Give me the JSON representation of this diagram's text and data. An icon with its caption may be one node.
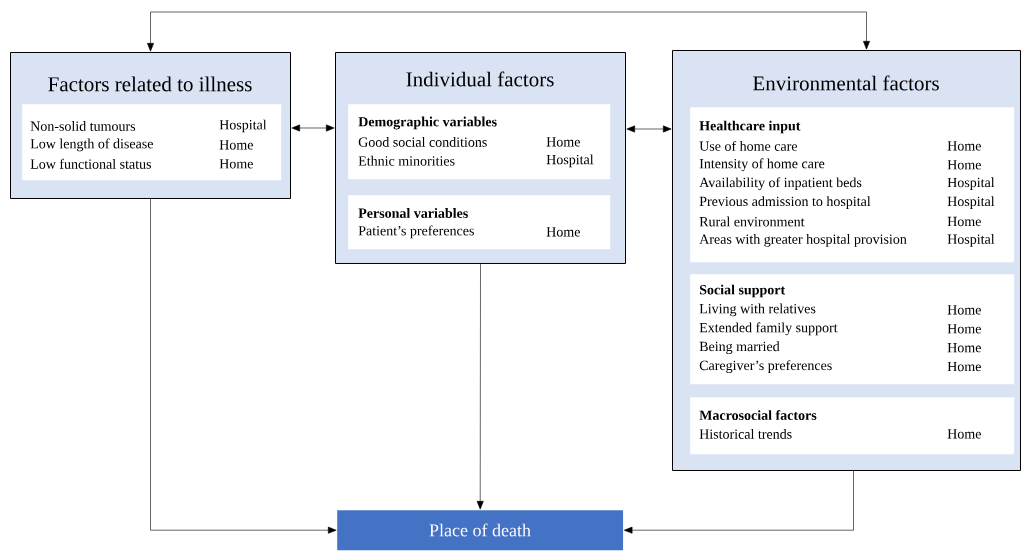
{
  "diagram": {
    "nodes": [
      {
        "text": [
          "Factors related to illness"
        ]
      },
      {
        "text": [
          "Non-solid tumours",
          "Hospital",
          "Low length of disease",
          "Home",
          "Low functional status",
          "Home"
        ],
        "in": 0
      },
      {
        "text": [
          "Individual factors"
        ]
      },
      {
        "text": [
          "Demographic variables",
          "Good social conditions",
          "Home",
          "Ethnic minorities",
          "Hospital"
        ],
        "in": 2
      },
      {
        "text": [
          "Personal variables",
          "Patient’s preferences",
          "Home"
        ],
        "in": 2
      },
      {
        "text": [
          "Environmental factors"
        ]
      },
      {
        "text": [
          "Healthcare input",
          "Use of home care",
          "Home",
          "Intensity of home care",
          "Home",
          "Availability of inpatient beds",
          "Hospital",
          "Previous admission to hospital",
          "Hospital",
          "Rural environment",
          "Home",
          "Areas with greater hospital provision",
          "Hospital"
        ],
        "in": 5
      },
      {
        "text": [
          "Social support",
          "Living with relatives",
          "Home",
          "Extended family support",
          "Home",
          "Being married",
          "Home",
          "Caregiver’s preferences",
          "Home"
        ],
        "in": 5
      },
      {
        "text": [
          "Macrosocial factors",
          "Historical trends",
          "Home"
        ],
        "in": 5
      },
      {
        "text": [
          "Place of death"
        ]
      }
    ],
    "edges": [
      {
        "from": 0,
        "to": 2,
        "arrow": "both"
      },
      {
        "from": 2,
        "to": 5,
        "arrow": "both"
      },
      {
        "from": 0,
        "to": 5,
        "arrow": "both"
      },
      {
        "from": 0,
        "to": 9,
        "arrow": "to"
      },
      {
        "from": 2,
        "to": 9,
        "arrow": "to"
      },
      {
        "from": 5,
        "to": 9,
        "arrow": "to"
      }
    ]
  }
}
